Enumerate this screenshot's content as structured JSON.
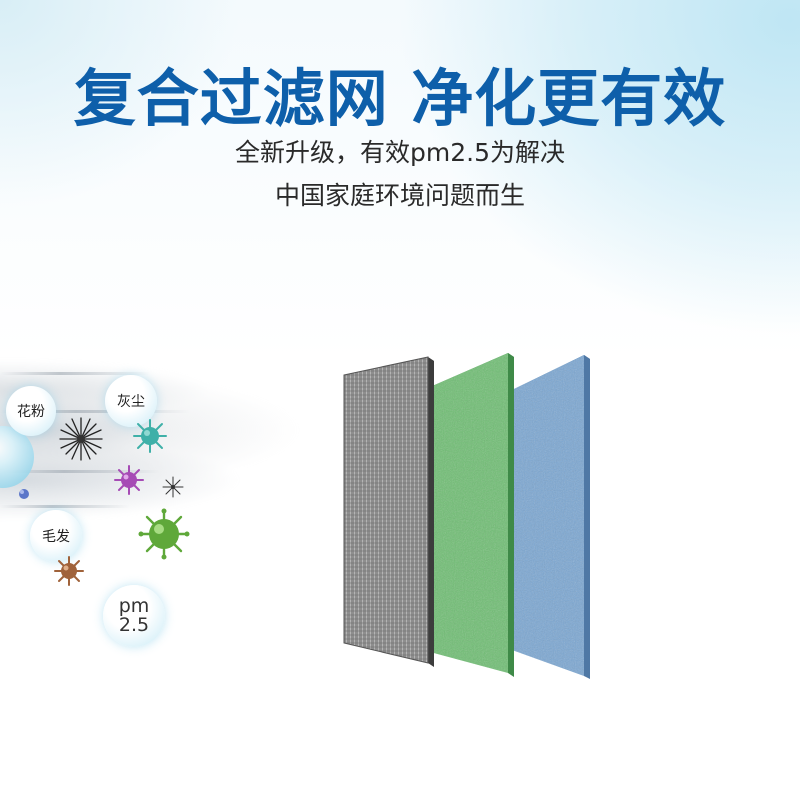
{
  "headline": "复合过滤网 净化更有效",
  "subline_1": "全新升级，有效pm2.5为解决",
  "subline_2": "中国家庭环境问题而生",
  "pollutants": {
    "pollen": "花粉",
    "dust": "灰尘",
    "hair": "毛发",
    "pm_line1": "pm",
    "pm_line2": "2.5"
  },
  "filter_layers": [
    "grey-mesh-filter",
    "green-filter",
    "blue-filter"
  ],
  "colors": {
    "headline": "#0e5faa",
    "green_filter": "#6fbf73",
    "blue_filter": "#7ba7d3",
    "grey_filter": "#9a9a9a",
    "particle_teal": "#3fb0a8",
    "particle_purple": "#a64bb5",
    "particle_green": "#5fa83a",
    "particle_brown": "#a0623a",
    "particle_blue": "#5b76c9"
  }
}
